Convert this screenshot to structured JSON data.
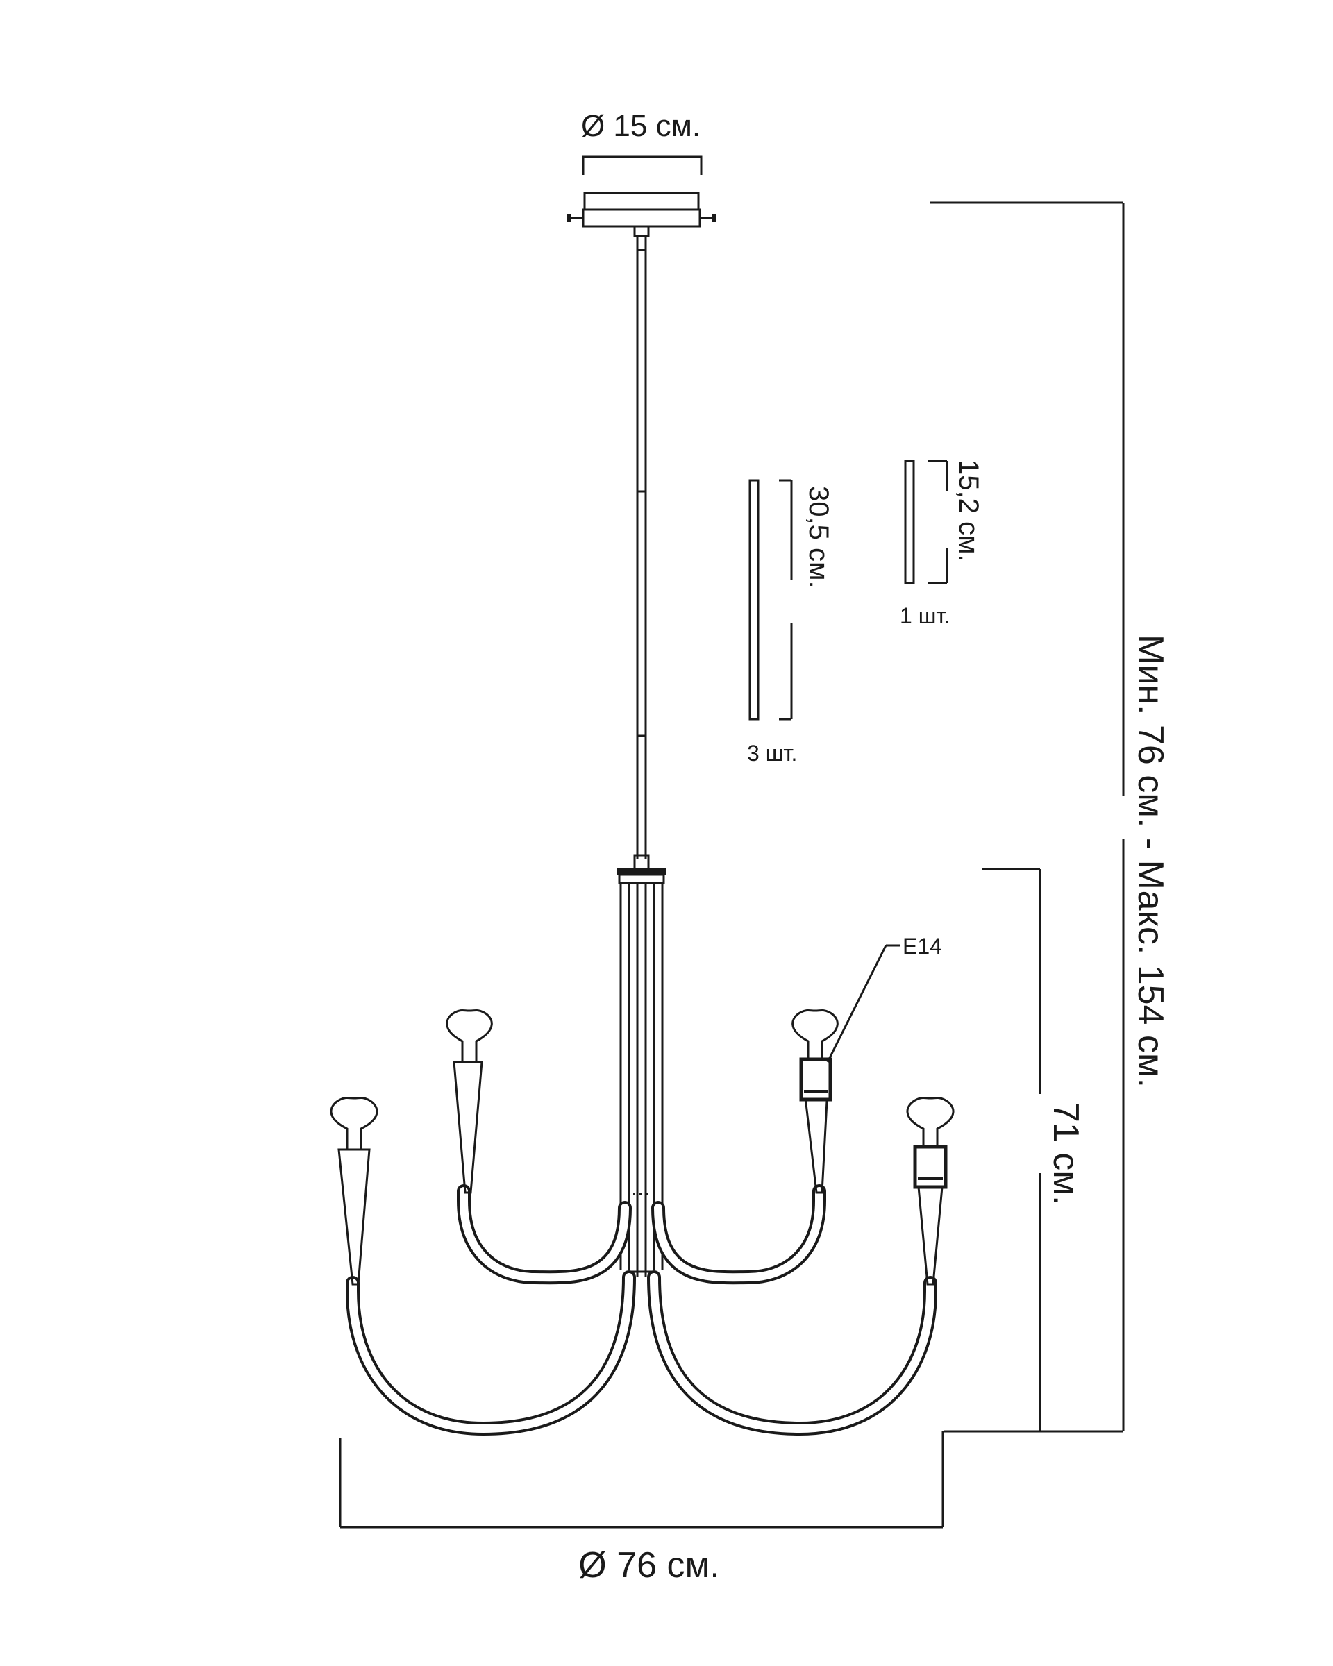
{
  "labels": {
    "canopy_diameter": "Ø 15 см.",
    "rod_long": "30,5 см.",
    "rod_long_qty": "3 шт.",
    "rod_short": "15,2 см.",
    "rod_short_qty": "1 шт.",
    "total_height": "Мин. 76 см. - Макс. 154 см.",
    "body_height": "71 см.",
    "socket": "E14",
    "body_diameter": "Ø 76 см."
  },
  "colors": {
    "line": "#1a1a1a",
    "background": "#ffffff"
  }
}
